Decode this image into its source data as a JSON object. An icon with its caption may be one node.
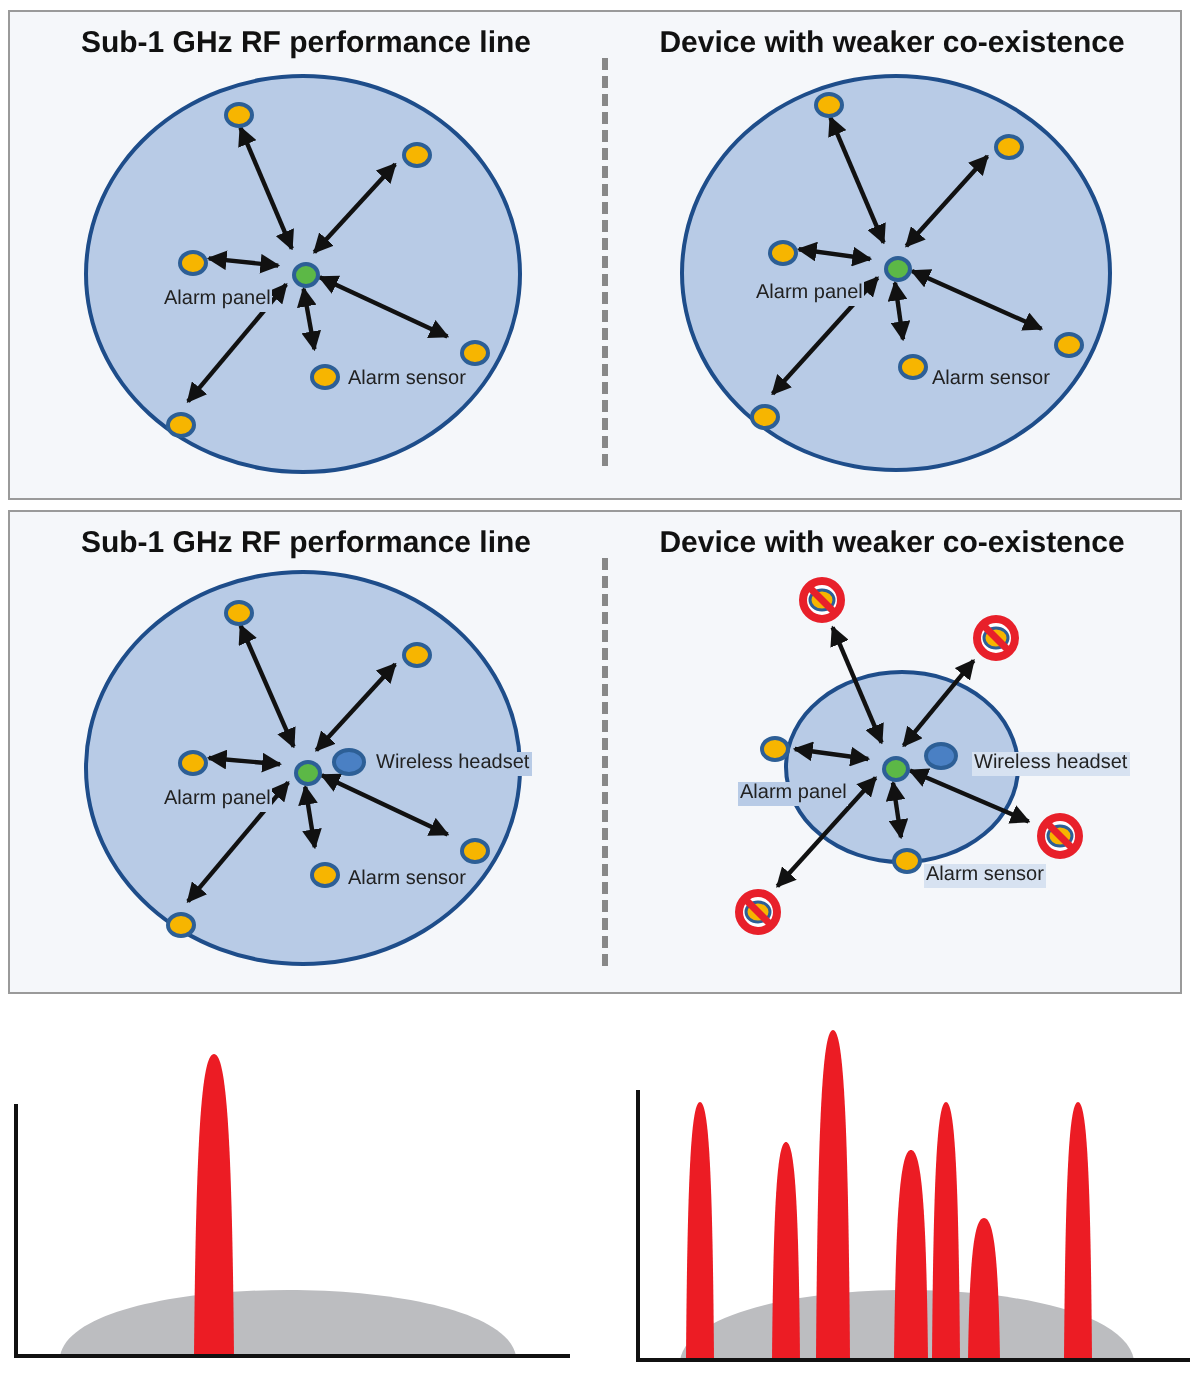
{
  "diagram": {
    "nodes": [
      {
        "text": [
          "Sub-1 GHz RF performance line",
          "Device with weaker co-existence"
        ]
      },
      {
        "text": [],
        "shape": "circle",
        "in": 0
      },
      {
        "text": [],
        "shape": "circle",
        "in": 1,
        "beside": [
          "Alarm panel"
        ]
      },
      {
        "text": [],
        "shape": "circle",
        "in": 1
      },
      {
        "text": [],
        "shape": "circle",
        "in": 1
      },
      {
        "text": [],
        "shape": "circle",
        "in": 1
      },
      {
        "text": [],
        "shape": "circle",
        "in": 1
      },
      {
        "text": [],
        "shape": "circle",
        "in": 1,
        "beside": [
          "Alarm sensor"
        ]
      },
      {
        "text": [],
        "shape": "circle",
        "in": 1
      },
      {
        "text": [],
        "shape": "circle",
        "in": 0
      },
      {
        "text": [],
        "shape": "circle",
        "in": 9,
        "beside": [
          "Alarm panel"
        ]
      },
      {
        "text": [],
        "shape": "circle",
        "in": 9
      },
      {
        "text": [],
        "shape": "circle",
        "in": 9
      },
      {
        "text": [],
        "shape": "circle",
        "in": 9
      },
      {
        "text": [],
        "shape": "circle",
        "in": 9
      },
      {
        "text": [],
        "shape": "circle",
        "in": 9,
        "beside": [
          "Alarm sensor"
        ]
      },
      {
        "text": [],
        "shape": "circle",
        "in": 9
      },
      {
        "text": [
          "Sub-1 GHz RF performance line",
          "Device with weaker co-existence"
        ]
      },
      {
        "text": [],
        "shape": "circle",
        "in": 17
      },
      {
        "text": [],
        "shape": "circle",
        "in": 18,
        "beside": [
          "Alarm panel"
        ]
      },
      {
        "text": [],
        "shape": "circle",
        "in": 18,
        "beside": [
          "Wireless headset"
        ]
      },
      {
        "text": [],
        "shape": "circle",
        "in": 18
      },
      {
        "text": [],
        "shape": "circle",
        "in": 18
      },
      {
        "text": [],
        "shape": "circle",
        "in": 18
      },
      {
        "text": [],
        "shape": "circle",
        "in": 18
      },
      {
        "text": [],
        "shape": "circle",
        "in": 18,
        "beside": [
          "Alarm sensor"
        ]
      },
      {
        "text": [],
        "shape": "circle",
        "in": 18
      },
      {
        "text": [],
        "shape": "circle",
        "in": 17
      },
      {
        "text": [],
        "shape": "circle",
        "in": 27,
        "beside": [
          "Alarm panel"
        ]
      },
      {
        "text": [],
        "shape": "circle",
        "in": 27,
        "beside": [
          "Wireless headset"
        ]
      },
      {
        "text": [],
        "shape": "prohibited",
        "in": 17
      },
      {
        "text": [],
        "shape": "prohibited",
        "in": 17
      },
      {
        "text": [],
        "shape": "circle",
        "in": 17
      },
      {
        "text": [],
        "shape": "prohibited",
        "in": 17
      },
      {
        "text": [],
        "shape": "circle",
        "in": 17,
        "beside": [
          "Alarm sensor"
        ]
      },
      {
        "text": [],
        "shape": "prohibited",
        "in": 17
      }
    ],
    "edges": [
      {
        "from": 2,
        "to": 3,
        "arrow": "both"
      },
      {
        "from": 2,
        "to": 4,
        "arrow": "both"
      },
      {
        "from": 2,
        "to": 5,
        "arrow": "both"
      },
      {
        "from": 2,
        "to": 6,
        "arrow": "both"
      },
      {
        "from": 2,
        "to": 7,
        "arrow": "both"
      },
      {
        "from": 2,
        "to": 8,
        "arrow": "both"
      },
      {
        "from": 10,
        "to": 11,
        "arrow": "both"
      },
      {
        "from": 10,
        "to": 12,
        "arrow": "both"
      },
      {
        "from": 10,
        "to": 13,
        "arrow": "both"
      },
      {
        "from": 10,
        "to": 14,
        "arrow": "both"
      },
      {
        "from": 10,
        "to": 15,
        "arrow": "both"
      },
      {
        "from": 10,
        "to": 16,
        "arrow": "both"
      },
      {
        "from": 19,
        "to": 21,
        "arrow": "both"
      },
      {
        "from": 19,
        "to": 22,
        "arrow": "both"
      },
      {
        "from": 19,
        "to": 23,
        "arrow": "both"
      },
      {
        "from": 19,
        "to": 24,
        "arrow": "both"
      },
      {
        "from": 19,
        "to": 25,
        "arrow": "both"
      },
      {
        "from": 19,
        "to": 26,
        "arrow": "both"
      },
      {
        "from": 28,
        "to": 30,
        "arrow": "both"
      },
      {
        "from": 28,
        "to": 31,
        "arrow": "both"
      },
      {
        "from": 28,
        "to": 32,
        "arrow": "both"
      },
      {
        "from": 28,
        "to": 33,
        "arrow": "both"
      },
      {
        "from": 28,
        "to": 34,
        "arrow": "both"
      },
      {
        "from": 28,
        "to": 35,
        "arrow": "both"
      }
    ]
  }
}
